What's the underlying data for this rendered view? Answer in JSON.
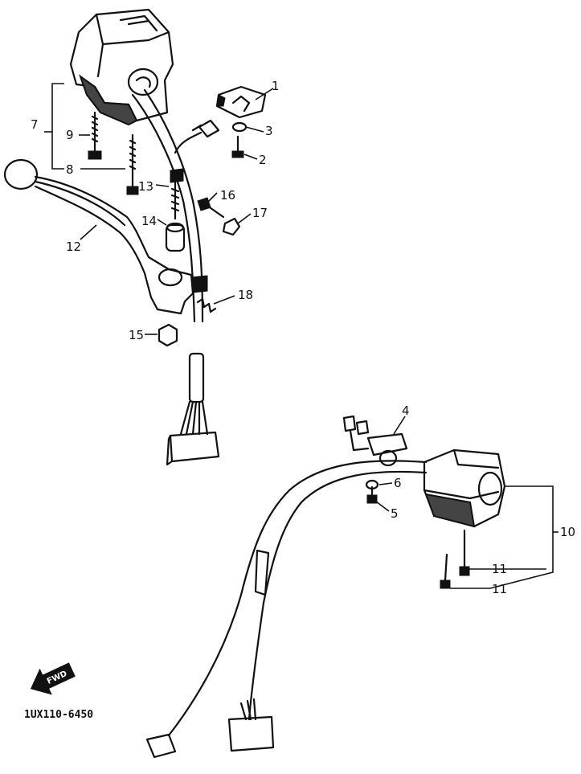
{
  "callouts": {
    "c1": "1",
    "c2": "2",
    "c3": "3",
    "c4": "4",
    "c5": "5",
    "c6": "6",
    "c7": "7",
    "c8": "8",
    "c9": "9",
    "c10": "10",
    "c11a": "11",
    "c11b": "11",
    "c12": "12",
    "c13": "13",
    "c14": "14",
    "c15": "15",
    "c16": "16",
    "c17": "17",
    "c18": "18"
  },
  "forward_arrow": {
    "label": "FWD"
  },
  "drawing_code": "1UX110-6450"
}
